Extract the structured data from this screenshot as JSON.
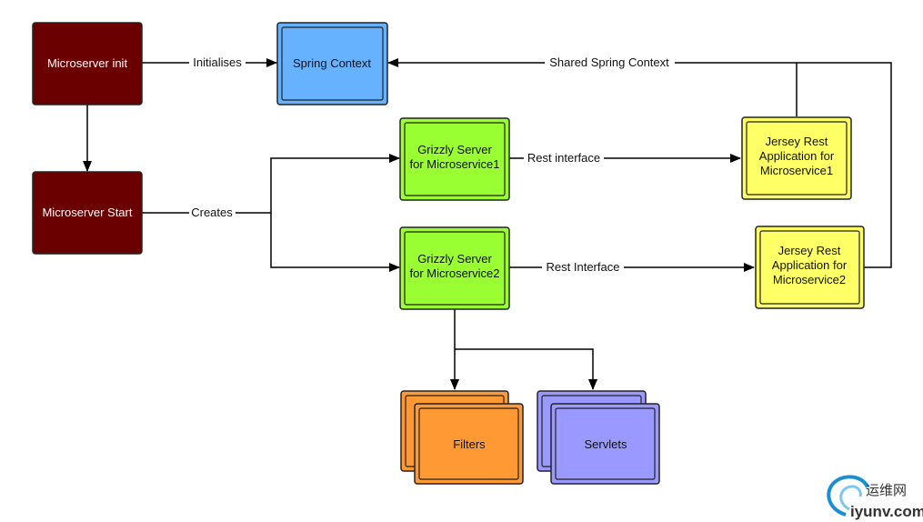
{
  "nodes": {
    "init": {
      "label": [
        "Microserver init"
      ],
      "fill": "#6b0000",
      "text_color": "#ffffff"
    },
    "start": {
      "label": [
        "Microserver Start"
      ],
      "fill": "#6b0000",
      "text_color": "#ffffff"
    },
    "spring": {
      "label": [
        "Spring Context"
      ],
      "fill": "#66b2ff",
      "text_color": "#111111"
    },
    "grizzly1": {
      "label": [
        "Grizzly Server",
        "for Microservice1"
      ],
      "fill": "#99ff33",
      "text_color": "#111111"
    },
    "grizzly2": {
      "label": [
        "Grizzly Server",
        "for Microservice2"
      ],
      "fill": "#99ff33",
      "text_color": "#111111"
    },
    "jersey1": {
      "label": [
        "Jersey Rest",
        "Application for",
        "Microservice1"
      ],
      "fill": "#ffff66",
      "text_color": "#111111"
    },
    "jersey2": {
      "label": [
        "Jersey Rest",
        "Application for",
        "Microservice2"
      ],
      "fill": "#ffff66",
      "text_color": "#111111"
    },
    "filters": {
      "label": [
        "Filters"
      ],
      "fill": "#ff9933",
      "text_color": "#111111"
    },
    "servlets": {
      "label": [
        "Servlets"
      ],
      "fill": "#9999ff",
      "text_color": "#111111"
    }
  },
  "edges": {
    "initialises": "Initialises",
    "shared_context": "Shared Spring Context",
    "creates": "Creates",
    "rest_interface_1": "Rest interface",
    "rest_interface_2": "Rest Interface"
  },
  "watermark": {
    "cn": "运维网",
    "en": "iyunv.com",
    "icon": "swirl-logo-icon"
  }
}
